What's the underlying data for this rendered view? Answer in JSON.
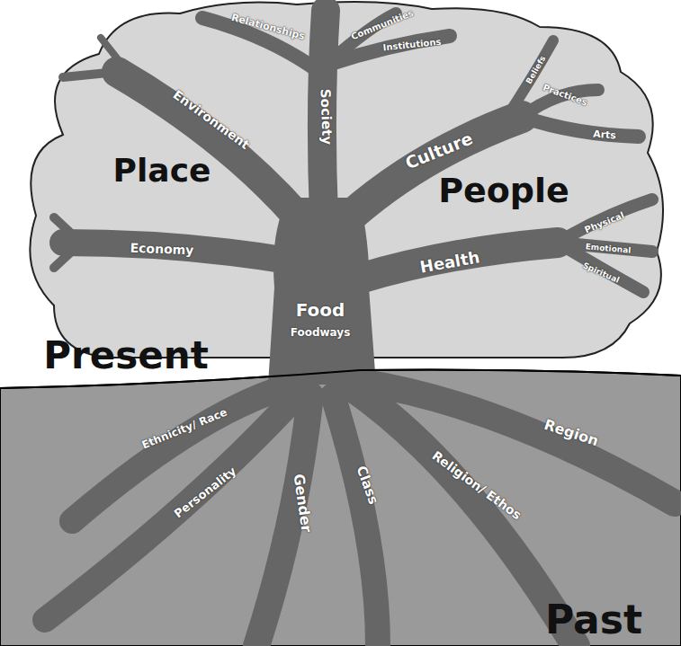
{
  "diagram": {
    "labels": [
      "Relationships",
      "Communities",
      "Institutions",
      "Environment",
      "Society",
      "Culture",
      "Beliefs",
      "Practices",
      "Arts",
      "Place",
      "People",
      "Economy",
      "Health",
      "Physical",
      "Emotional",
      "Spiritual",
      "Food",
      "Foodways",
      "Present",
      "Ethnicity/ Race",
      "Personality",
      "Gender",
      "Class",
      "Religion/ Ethos",
      "Region",
      "Past"
    ]
  }
}
